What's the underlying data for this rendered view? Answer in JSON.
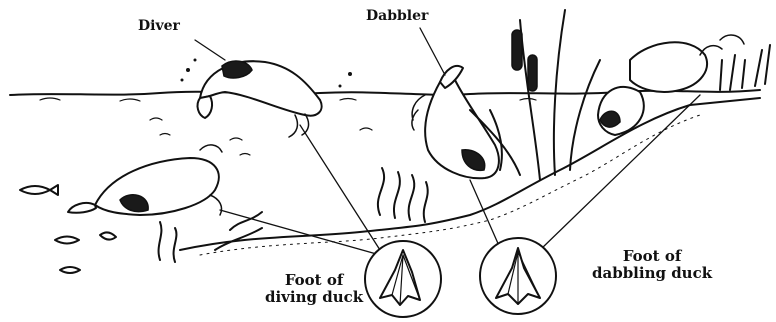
{
  "labels": {
    "diver": "Diver",
    "dabbler": "Dabbler",
    "foot_diving_line1": "Foot of",
    "foot_diving_line2": "diving duck",
    "foot_dabbling_line1": "Foot of",
    "foot_dabbling_line2": "dabbling duck"
  },
  "colors": {
    "ink": "#111111",
    "background": "#ffffff"
  }
}
